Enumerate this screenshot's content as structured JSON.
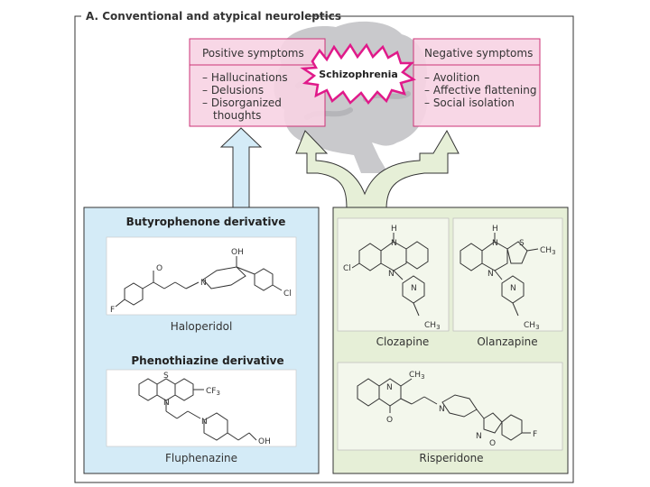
{
  "figure": {
    "title": "A. Conventional and atypical neuroleptics",
    "center_label": "Schizophrenia",
    "positive": {
      "header": "Positive symptoms",
      "items": [
        "– Hallucinations",
        "– Delusions",
        "– Disorganized",
        "thoughts"
      ]
    },
    "negative": {
      "header": "Negative symptoms",
      "items": [
        "– Avolition",
        "– Affective flattening",
        "– Social isolation"
      ]
    },
    "conventional": {
      "butyrophenone_header": "Butyrophenone derivative",
      "haloperidol": "Haloperidol",
      "phenothiazine_header": "Phenothiazine derivative",
      "fluphenazine": "Fluphenazine"
    },
    "atypical": {
      "clozapine": "Clozapine",
      "olanzapine": "Olanzapine",
      "risperidone": "Risperidone"
    },
    "atoms": {
      "oh": "OH",
      "o": "O",
      "f": "F",
      "n": "N",
      "cl": "Cl",
      "s": "S",
      "cf3": "CF",
      "cf3_sub": "3",
      "h": "H",
      "ch3": "CH",
      "ch3_sub": "3",
      "oh2": "OH"
    },
    "colors": {
      "pink": "#f7d3e3",
      "pink_border": "#cc3377",
      "star": "#e01a8a",
      "blue": "#d4ebf7",
      "blue_arrow": "#d4ebf7",
      "green": "#e6efd7",
      "green_border": "#8aa56a",
      "brain": "#c9c9cc"
    }
  }
}
